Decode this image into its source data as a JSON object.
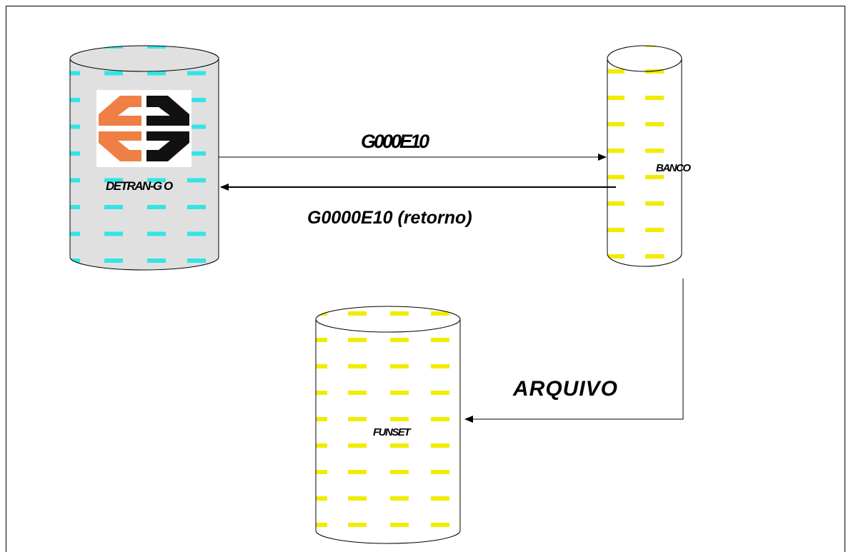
{
  "nodes": {
    "detran": {
      "label": "DETRAN-G O",
      "fill": "#e0e0e0",
      "dash_color": "#33e5e5"
    },
    "banco": {
      "label": "BANCO",
      "fill": "#ffffff",
      "dash_color": "#f2ec00"
    },
    "funset": {
      "label": "FUNSET",
      "fill": "#ffffff",
      "dash_color": "#f2ec00"
    }
  },
  "logo": {
    "icon": "detran-double-arrow-logo",
    "left_color": "#f07f45",
    "right_color": "#111111"
  },
  "edges": {
    "request": {
      "label": "G000E10"
    },
    "return": {
      "label": "G0000E10 (retorno)"
    },
    "file": {
      "label": "ARQUIVO"
    }
  }
}
